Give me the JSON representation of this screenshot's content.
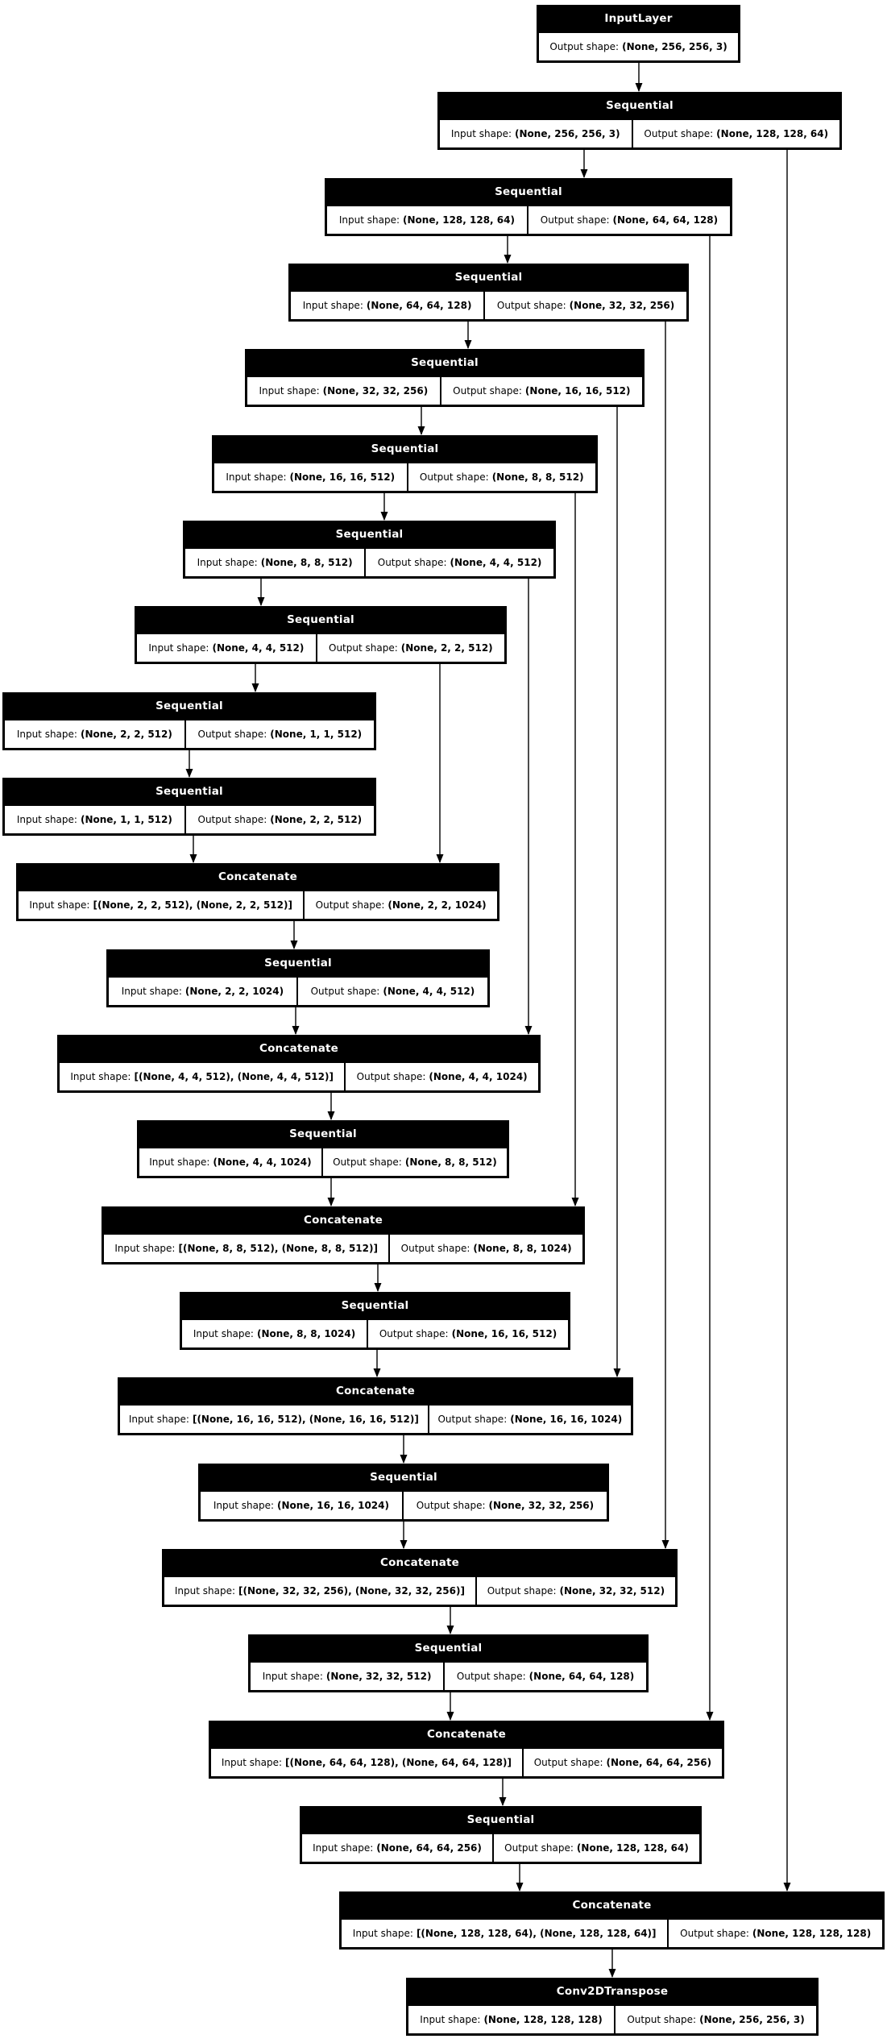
{
  "diagram": {
    "kind": "keras-model-graph",
    "labels": {
      "input_prefix": "Input shape:",
      "output_prefix": "Output shape:"
    },
    "colors": {
      "background": "#ffffff",
      "node_fill": "#000000",
      "node_title_text": "#ffffff",
      "cell_fill": "#ffffff",
      "cell_text": "#000000",
      "edge": "#000000"
    },
    "nodes": [
      {
        "type": "InputLayer",
        "input_shape": null,
        "output_shape": "(None, 256, 256, 3)"
      },
      {
        "type": "Sequential",
        "input_shape": "(None, 256, 256, 3)",
        "output_shape": "(None, 128, 128, 64)"
      },
      {
        "type": "Sequential",
        "input_shape": "(None, 128, 128, 64)",
        "output_shape": "(None, 64, 64, 128)"
      },
      {
        "type": "Sequential",
        "input_shape": "(None, 64, 64, 128)",
        "output_shape": "(None, 32, 32, 256)"
      },
      {
        "type": "Sequential",
        "input_shape": "(None, 32, 32, 256)",
        "output_shape": "(None, 16, 16, 512)"
      },
      {
        "type": "Sequential",
        "input_shape": "(None, 16, 16, 512)",
        "output_shape": "(None, 8, 8, 512)"
      },
      {
        "type": "Sequential",
        "input_shape": "(None, 8, 8, 512)",
        "output_shape": "(None, 4, 4, 512)"
      },
      {
        "type": "Sequential",
        "input_shape": "(None, 4, 4, 512)",
        "output_shape": "(None, 2, 2, 512)"
      },
      {
        "type": "Sequential",
        "input_shape": "(None, 2, 2, 512)",
        "output_shape": "(None, 1, 1, 512)"
      },
      {
        "type": "Sequential",
        "input_shape": "(None, 1, 1, 512)",
        "output_shape": "(None, 2, 2, 512)"
      },
      {
        "type": "Concatenate",
        "input_shape": "[(None, 2, 2, 512), (None, 2, 2, 512)]",
        "output_shape": "(None, 2, 2, 1024)"
      },
      {
        "type": "Sequential",
        "input_shape": "(None, 2, 2, 1024)",
        "output_shape": "(None, 4, 4, 512)"
      },
      {
        "type": "Concatenate",
        "input_shape": "[(None, 4, 4, 512), (None, 4, 4, 512)]",
        "output_shape": "(None, 4, 4, 1024)"
      },
      {
        "type": "Sequential",
        "input_shape": "(None, 4, 4, 1024)",
        "output_shape": "(None, 8, 8, 512)"
      },
      {
        "type": "Concatenate",
        "input_shape": "[(None, 8, 8, 512), (None, 8, 8, 512)]",
        "output_shape": "(None, 8, 8, 1024)"
      },
      {
        "type": "Sequential",
        "input_shape": "(None, 8, 8, 1024)",
        "output_shape": "(None, 16, 16, 512)"
      },
      {
        "type": "Concatenate",
        "input_shape": "[(None, 16, 16, 512), (None, 16, 16, 512)]",
        "output_shape": "(None, 16, 16, 1024)"
      },
      {
        "type": "Sequential",
        "input_shape": "(None, 16, 16, 1024)",
        "output_shape": "(None, 32, 32, 256)"
      },
      {
        "type": "Concatenate",
        "input_shape": "[(None, 32, 32, 256), (None, 32, 32, 256)]",
        "output_shape": "(None, 32, 32, 512)"
      },
      {
        "type": "Sequential",
        "input_shape": "(None, 32, 32, 512)",
        "output_shape": "(None, 64, 64, 128)"
      },
      {
        "type": "Concatenate",
        "input_shape": "[(None, 64, 64, 128), (None, 64, 64, 128)]",
        "output_shape": "(None, 64, 64, 256)"
      },
      {
        "type": "Sequential",
        "input_shape": "(None, 64, 64, 256)",
        "output_shape": "(None, 128, 128, 64)"
      },
      {
        "type": "Concatenate",
        "input_shape": "[(None, 128, 128, 64), (None, 128, 128, 64)]",
        "output_shape": "(None, 128, 128, 128)"
      },
      {
        "type": "Conv2DTranspose",
        "input_shape": "(None, 128, 128, 128)",
        "output_shape": "(None, 256, 256, 3)"
      }
    ],
    "edges": [
      {
        "from": 0,
        "to": 1,
        "skip": false
      },
      {
        "from": 1,
        "to": 2,
        "skip": false
      },
      {
        "from": 2,
        "to": 3,
        "skip": false
      },
      {
        "from": 3,
        "to": 4,
        "skip": false
      },
      {
        "from": 4,
        "to": 5,
        "skip": false
      },
      {
        "from": 5,
        "to": 6,
        "skip": false
      },
      {
        "from": 6,
        "to": 7,
        "skip": false
      },
      {
        "from": 7,
        "to": 8,
        "skip": false
      },
      {
        "from": 8,
        "to": 9,
        "skip": false
      },
      {
        "from": 9,
        "to": 10,
        "skip": false
      },
      {
        "from": 10,
        "to": 11,
        "skip": false
      },
      {
        "from": 11,
        "to": 12,
        "skip": false
      },
      {
        "from": 12,
        "to": 13,
        "skip": false
      },
      {
        "from": 13,
        "to": 14,
        "skip": false
      },
      {
        "from": 14,
        "to": 15,
        "skip": false
      },
      {
        "from": 15,
        "to": 16,
        "skip": false
      },
      {
        "from": 16,
        "to": 17,
        "skip": false
      },
      {
        "from": 17,
        "to": 18,
        "skip": false
      },
      {
        "from": 18,
        "to": 19,
        "skip": false
      },
      {
        "from": 19,
        "to": 20,
        "skip": false
      },
      {
        "from": 20,
        "to": 21,
        "skip": false
      },
      {
        "from": 21,
        "to": 22,
        "skip": false
      },
      {
        "from": 22,
        "to": 23,
        "skip": false
      },
      {
        "from": 1,
        "to": 22,
        "skip": true
      },
      {
        "from": 2,
        "to": 20,
        "skip": true
      },
      {
        "from": 3,
        "to": 18,
        "skip": true
      },
      {
        "from": 4,
        "to": 16,
        "skip": true
      },
      {
        "from": 5,
        "to": 14,
        "skip": true
      },
      {
        "from": 6,
        "to": 12,
        "skip": true
      },
      {
        "from": 7,
        "to": 10,
        "skip": true
      }
    ]
  }
}
